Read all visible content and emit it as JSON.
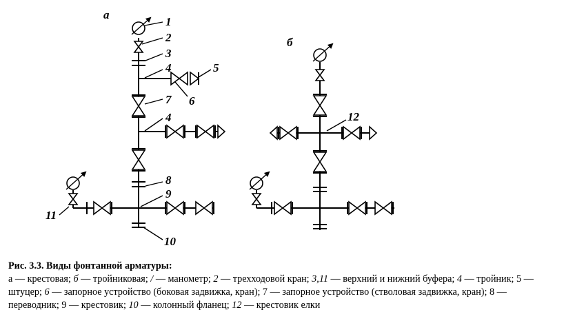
{
  "diagram": {
    "variant_a_label": "а",
    "variant_b_label": "б",
    "callouts_a": [
      "1",
      "2",
      "3",
      "4",
      "5",
      "6",
      "7",
      "4",
      "8",
      "9",
      "10",
      "11"
    ],
    "callouts_b": [
      "12"
    ]
  },
  "caption": {
    "title": "Рис. 3.3. Виды фонтанной арматуры:",
    "parts": [
      {
        "text": "а — крестовая; ",
        "italic": false
      },
      {
        "text": "б",
        "italic": true
      },
      {
        "text": " — тройниковая; ",
        "italic": false
      },
      {
        "text": "/",
        "italic": true
      },
      {
        "text": " — манометр; ",
        "italic": false
      },
      {
        "text": "2",
        "italic": true
      },
      {
        "text": " — трехходовой кран; ",
        "italic": false
      },
      {
        "text": "3,11",
        "italic": true
      },
      {
        "text": " — верхний и нижний буфера; ",
        "italic": false
      },
      {
        "text": "4",
        "italic": true
      },
      {
        "text": " — тройник; 5 — штуцер; ",
        "italic": false
      },
      {
        "text": "6",
        "italic": true
      },
      {
        "text": " — запорное устройство (боковая задвижка, кран); 7 — запорное устройство (стволовая задвижка, кран); 8 — переводник; 9 — крестовик; ",
        "italic": false
      },
      {
        "text": "10",
        "italic": true
      },
      {
        "text": " — колонный фланец; ",
        "italic": false
      },
      {
        "text": "12",
        "italic": true
      },
      {
        "text": " — крестовик елки",
        "italic": false
      }
    ]
  }
}
